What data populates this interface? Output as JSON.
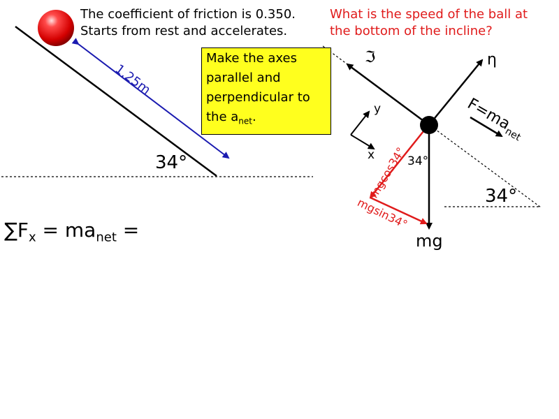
{
  "given": {
    "line1": "The coefficient of friction is 0.350.",
    "line2": "Starts from rest and accelerates."
  },
  "question": {
    "line1": "What is the speed of the ball at",
    "line2": "the bottom of the incline?"
  },
  "note": {
    "line1": "Make the axes",
    "line2": "parallel and",
    "line3": "perpendicular to",
    "line4_pre": "the a",
    "line4_sub": "net",
    "line4_post": "."
  },
  "incline": {
    "distance": "1.25m",
    "angle": "34°"
  },
  "equation": {
    "sum": "∑F",
    "sum_sub": "x",
    "eq1": " =  ma",
    "net_sub": "net",
    "eq2": " ="
  },
  "fbd": {
    "friction_symbol": "ℑ",
    "normal_symbol": "η",
    "axis_y": "y",
    "axis_x": "x",
    "newton_pre": "F=ma",
    "newton_sub": "net",
    "angle_center": "34°",
    "angle_right": "34°",
    "mgcos": "mgcos34°",
    "mgsin": "mgsin34°",
    "mg": "mg"
  },
  "colors": {
    "red": "#e01b1b",
    "blue": "#1a1ab0",
    "note_bg": "#ffff1e"
  }
}
